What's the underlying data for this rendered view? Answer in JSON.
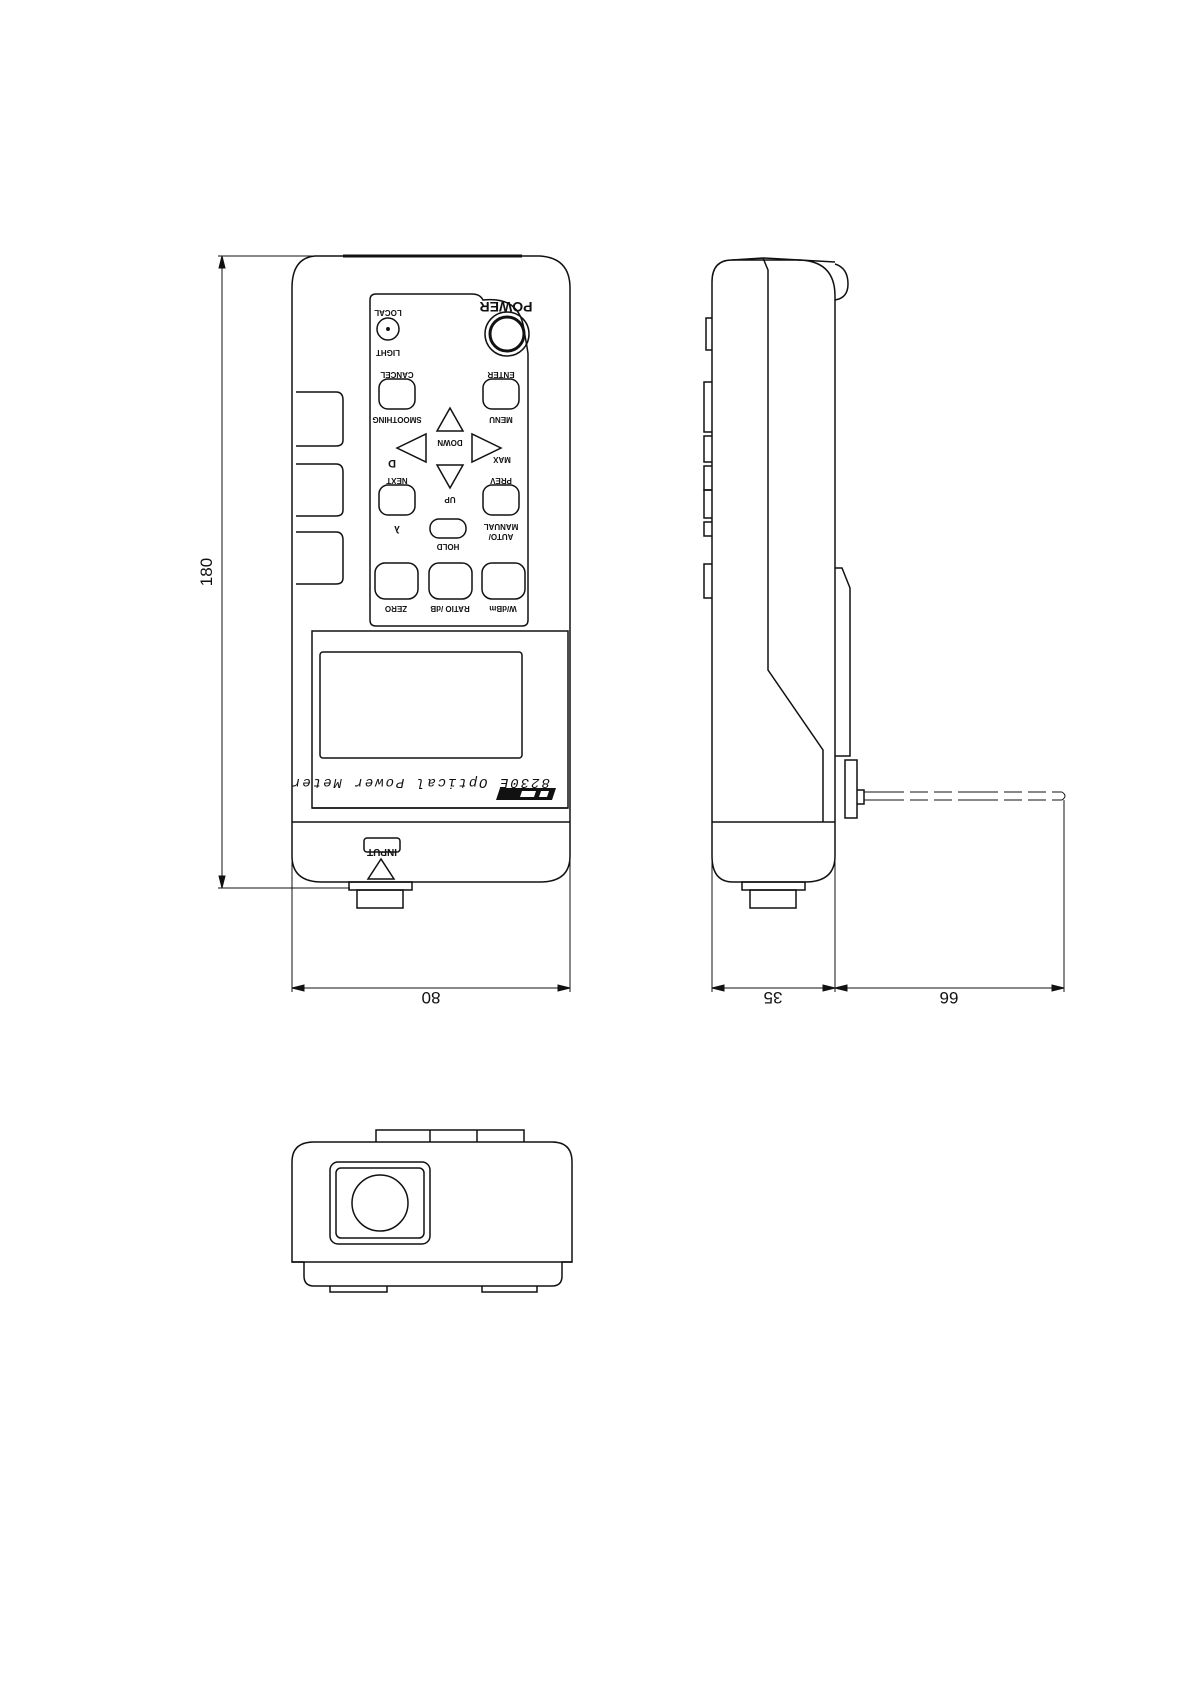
{
  "dimensions": {
    "height": "180",
    "front_width": "80",
    "side_depth": "35",
    "cable_length": "66"
  },
  "device": {
    "brand": "EXFO-style logo",
    "model_line": "8230E Optical Power Meter",
    "power_label": "POWER",
    "input_label": "INPUT"
  },
  "keys": {
    "light_local_top": "LOCAL",
    "light_local_bottom": "LIGHT",
    "cancel": "CANCEL",
    "smoothing": "SMOOTHING",
    "enter": "ENTER",
    "menu": "MENU",
    "down": "DOWN",
    "max": "MAX",
    "d_mark": "D",
    "next": "NEXT",
    "prev": "PREV",
    "up": "UP",
    "lambda": "λ",
    "auto_manual_1": "AUTO/",
    "auto_manual_2": "MANUAL",
    "hold": "HOLD",
    "zero": "ZERO",
    "ratio": "RATIO /dB",
    "wdbm": "W/dBm"
  },
  "colors": {
    "line": "#111111",
    "background": "#ffffff"
  }
}
